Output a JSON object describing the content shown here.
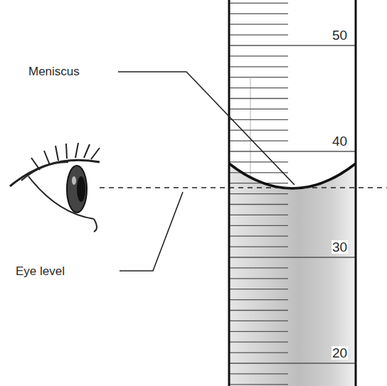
{
  "diagram": {
    "labels": [
      "Meniscus",
      "Eye level",
      "50",
      "40",
      "30",
      "20"
    ]
  }
}
